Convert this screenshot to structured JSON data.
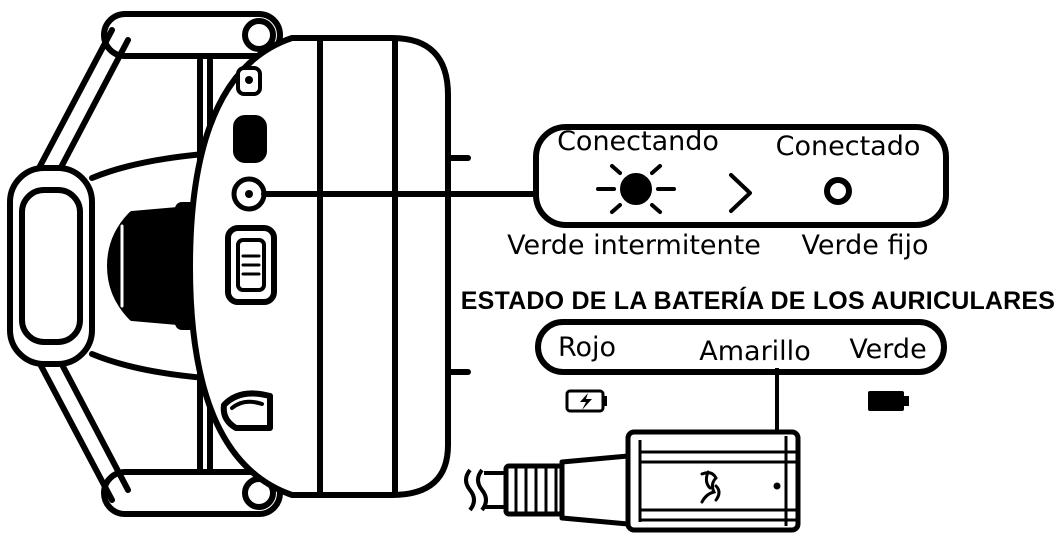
{
  "connection_panel": {
    "connecting_label": "Conectando",
    "connected_label": "Conectado",
    "connecting_desc": "Verde intermitente",
    "connected_desc": "Verde fijo"
  },
  "battery_panel": {
    "title": "ESTADO DE LA BATERÍA DE LOS AURICULARES",
    "red_label": "Rojo",
    "yellow_label": "Amarillo",
    "green_label": "Verde"
  },
  "icons": {
    "blink": "blinking-led-icon",
    "arrow": "chevron-right-icon",
    "steady": "steady-led-icon",
    "battery_low": "battery-charging-icon",
    "battery_full": "battery-full-icon",
    "logo": "razer-logo-icon"
  }
}
